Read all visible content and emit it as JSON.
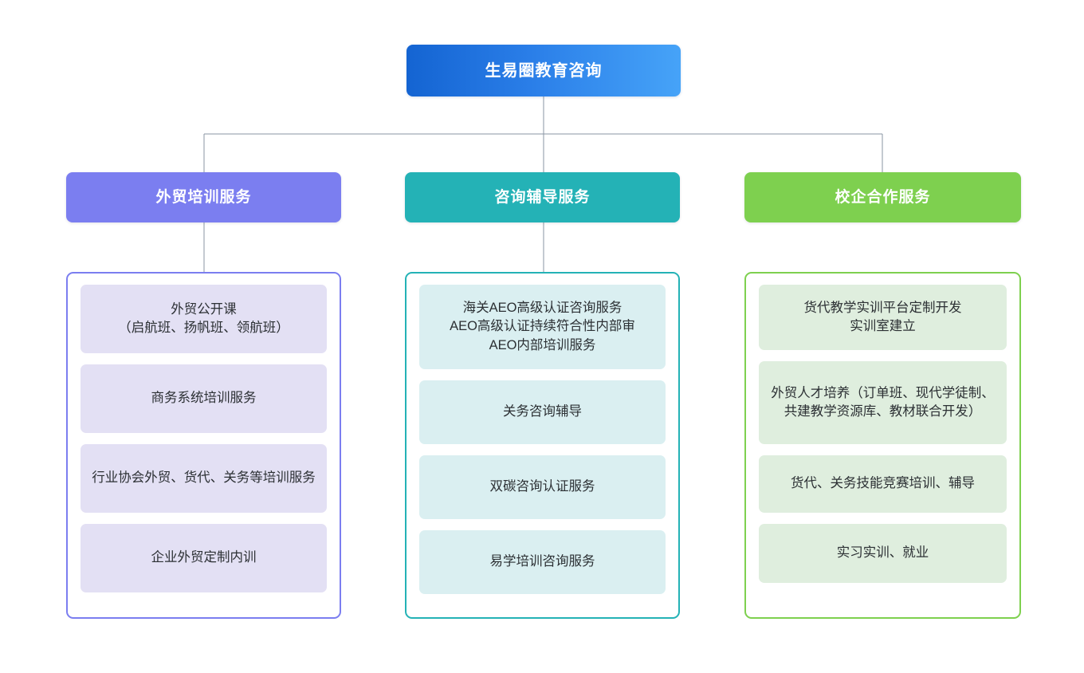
{
  "diagram": {
    "type": "organization-chart",
    "root": {
      "label": "生易圈教育咨询",
      "color": "#1464d2",
      "color_end": "#46a3f8"
    },
    "branches": [
      {
        "label": "外贸培训服务",
        "header_color": "#7b7ef0",
        "border_color": "#7b7ef0",
        "item_color": "#e3e0f4",
        "items": [
          "外贸公开课\n（启航班、扬帆班、领航班）",
          "商务系统培训服务",
          "行业协会外贸、货代、关务等培训服务",
          "企业外贸定制内训"
        ]
      },
      {
        "label": "咨询辅导服务",
        "header_color": "#24b2b6",
        "border_color": "#24b2b6",
        "item_color": "#daeff1",
        "items": [
          "海关AEO高级认证咨询服务\nAEO高级认证持续符合性内部审\nAEO内部培训服务",
          "关务咨询辅导",
          "双碳咨询认证服务",
          "易学培训咨询服务"
        ]
      },
      {
        "label": "校企合作服务",
        "header_color": "#7ed04f",
        "border_color": "#7ed04f",
        "item_color": "#dfeede",
        "items": [
          "货代教学实训平台定制开发\n实训室建立",
          "外贸人才培养（订单班、现代学徒制、共建教学资源库、教材联合开发）",
          "货代、关务技能竞赛培训、辅导",
          "实习实训、就业"
        ]
      }
    ],
    "connector_color": "#8a96a3"
  }
}
